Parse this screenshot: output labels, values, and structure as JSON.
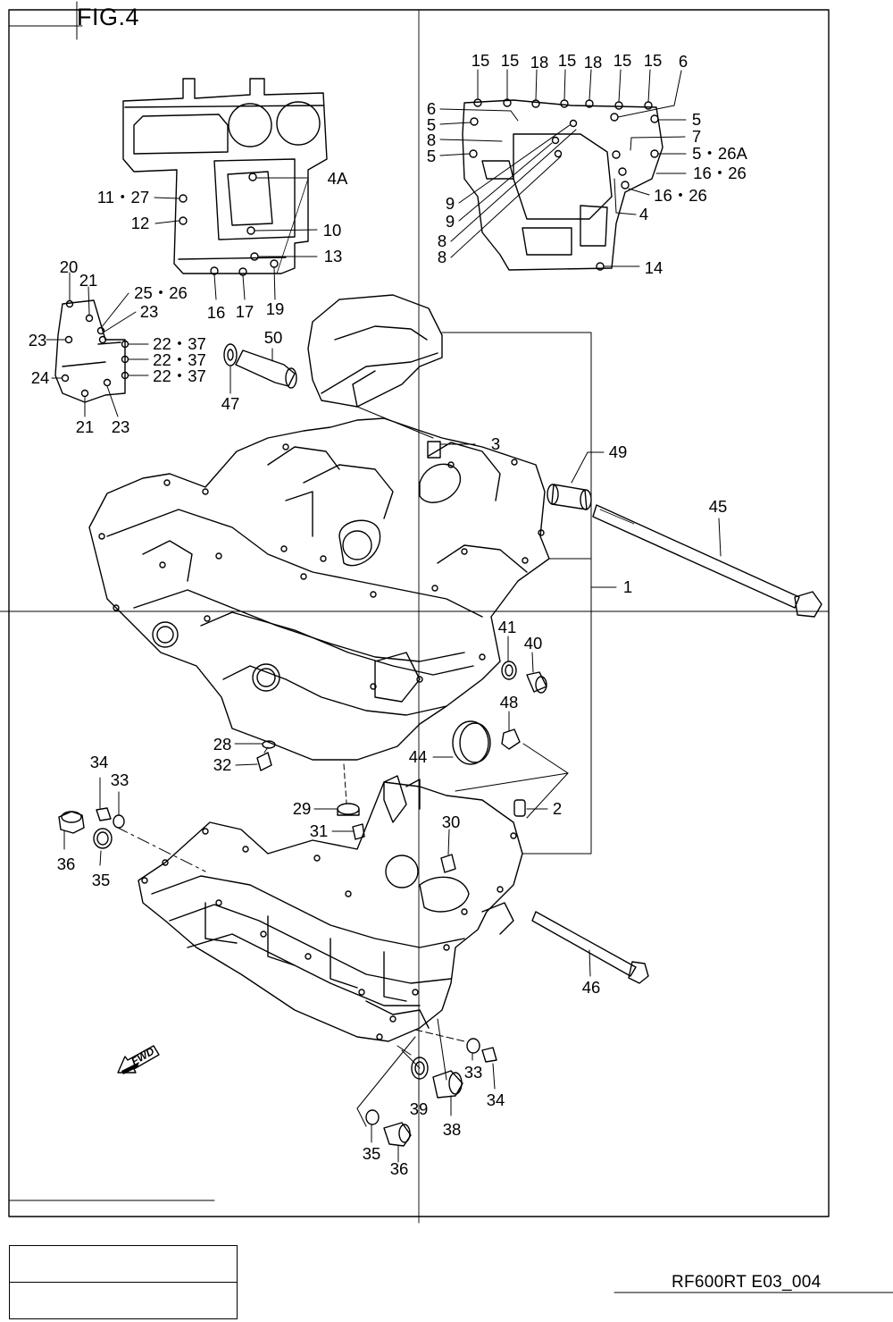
{
  "figure": {
    "title": "FIG.4",
    "code": "RF600RT E03_004",
    "fwd_label": "FWD"
  },
  "callouts": [
    {
      "id": "c15a",
      "text": "15"
    },
    {
      "id": "c15b",
      "text": "15"
    },
    {
      "id": "c18a",
      "text": "18"
    },
    {
      "id": "c15c",
      "text": "15"
    },
    {
      "id": "c18b",
      "text": "18"
    },
    {
      "id": "c15d",
      "text": "15"
    },
    {
      "id": "c15e",
      "text": "15"
    },
    {
      "id": "c6a",
      "text": "6"
    },
    {
      "id": "c6b",
      "text": "6"
    },
    {
      "id": "c5a",
      "text": "5"
    },
    {
      "id": "c8a",
      "text": "8"
    },
    {
      "id": "c5b",
      "text": "5"
    },
    {
      "id": "c5c",
      "text": "5"
    },
    {
      "id": "c7",
      "text": "7"
    },
    {
      "id": "c526a",
      "text": "5・26A"
    },
    {
      "id": "c1626a",
      "text": "16・26"
    },
    {
      "id": "c1626b",
      "text": "16・26"
    },
    {
      "id": "c4",
      "text": "4"
    },
    {
      "id": "c9a",
      "text": "9"
    },
    {
      "id": "c9b",
      "text": "9"
    },
    {
      "id": "c8b",
      "text": "8"
    },
    {
      "id": "c8c",
      "text": "8"
    },
    {
      "id": "c14",
      "text": "14"
    },
    {
      "id": "c4A",
      "text": "4A"
    },
    {
      "id": "c1127",
      "text": "11・27"
    },
    {
      "id": "c12",
      "text": "12"
    },
    {
      "id": "c10",
      "text": "10"
    },
    {
      "id": "c13",
      "text": "13"
    },
    {
      "id": "c16",
      "text": "16"
    },
    {
      "id": "c17",
      "text": "17"
    },
    {
      "id": "c19",
      "text": "19"
    },
    {
      "id": "c20",
      "text": "20"
    },
    {
      "id": "c21a",
      "text": "21"
    },
    {
      "id": "c2526",
      "text": "25・26"
    },
    {
      "id": "c23a",
      "text": "23"
    },
    {
      "id": "c23b",
      "text": "23"
    },
    {
      "id": "c2237a",
      "text": "22・37"
    },
    {
      "id": "c2237b",
      "text": "22・37"
    },
    {
      "id": "c2237c",
      "text": "22・37"
    },
    {
      "id": "c24",
      "text": "24"
    },
    {
      "id": "c21b",
      "text": "21"
    },
    {
      "id": "c23c",
      "text": "23"
    },
    {
      "id": "c50",
      "text": "50"
    },
    {
      "id": "c47",
      "text": "47"
    },
    {
      "id": "c3",
      "text": "3"
    },
    {
      "id": "c49",
      "text": "49"
    },
    {
      "id": "c45",
      "text": "45"
    },
    {
      "id": "c1",
      "text": "1"
    },
    {
      "id": "c41",
      "text": "41"
    },
    {
      "id": "c40",
      "text": "40"
    },
    {
      "id": "c48",
      "text": "48"
    },
    {
      "id": "c44",
      "text": "44"
    },
    {
      "id": "c28",
      "text": "28"
    },
    {
      "id": "c32",
      "text": "32"
    },
    {
      "id": "c34a",
      "text": "34"
    },
    {
      "id": "c33a",
      "text": "33"
    },
    {
      "id": "c29",
      "text": "29"
    },
    {
      "id": "c2",
      "text": "2"
    },
    {
      "id": "c31",
      "text": "31"
    },
    {
      "id": "c30",
      "text": "30"
    },
    {
      "id": "c36a",
      "text": "36"
    },
    {
      "id": "c35a",
      "text": "35"
    },
    {
      "id": "c46",
      "text": "46"
    },
    {
      "id": "c33b",
      "text": "33"
    },
    {
      "id": "c34b",
      "text": "34"
    },
    {
      "id": "c39",
      "text": "39"
    },
    {
      "id": "c38",
      "text": "38"
    },
    {
      "id": "c35b",
      "text": "35"
    },
    {
      "id": "c36b",
      "text": "36"
    }
  ]
}
